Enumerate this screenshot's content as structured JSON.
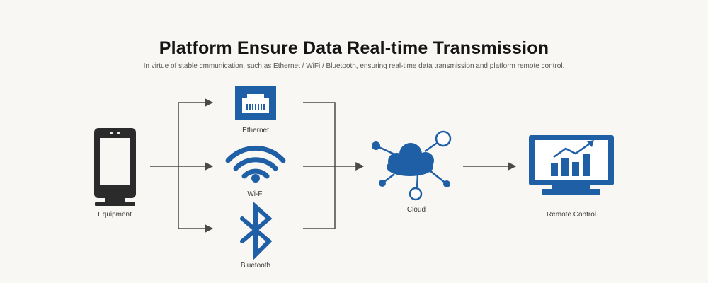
{
  "title": "Platform Ensure Data Real-time Transmission",
  "subtitle": "In virtue of stable cmmunication, such as Ethernet / WiFi / Bluetooth, ensuring real-time data transmission and platform remote control.",
  "nodes": {
    "equipment": {
      "label": "Equipment",
      "icon": "kiosk-terminal-icon"
    },
    "ethernet": {
      "label": "Ethernet",
      "icon": "ethernet-port-icon"
    },
    "wifi": {
      "label": "Wi-Fi",
      "icon": "wifi-icon"
    },
    "bluetooth": {
      "label": "Bluetooth",
      "icon": "bluetooth-icon"
    },
    "cloud": {
      "label": "Cloud",
      "icon": "cloud-network-icon"
    },
    "remote": {
      "label": "Remote Control",
      "icon": "monitor-chart-icon"
    }
  },
  "colors": {
    "accent": "#1f5fa6",
    "line": "#4a4a4a",
    "dark": "#2b2b2b",
    "background": "#f8f7f3"
  }
}
